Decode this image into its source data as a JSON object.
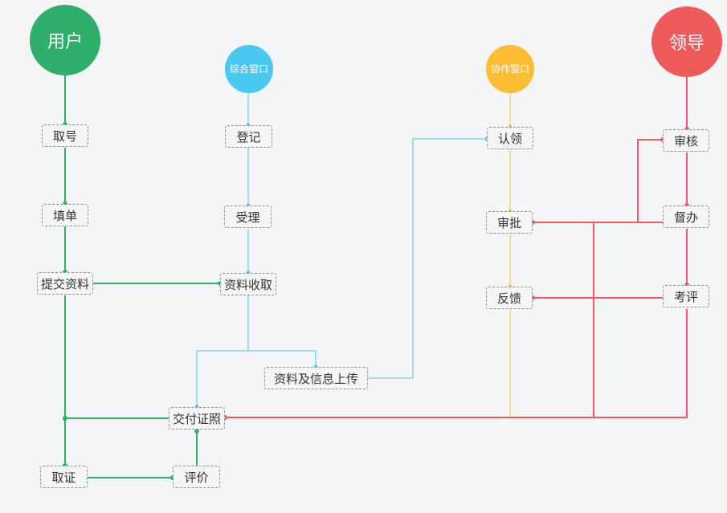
{
  "lanes": {
    "user": {
      "label": "用户",
      "color": "#2eb06a"
    },
    "window": {
      "label": "综合窗口",
      "color": "#4ac9f0"
    },
    "collab": {
      "label": "协作窗口",
      "color": "#fbbd34"
    },
    "leader": {
      "label": "领导",
      "color": "#ef5a5a"
    }
  },
  "nodes": {
    "take_number": "取号",
    "fill_form": "填单",
    "submit_materials": "提交资料",
    "register": "登记",
    "accept": "受理",
    "collect_materials": "资料收取",
    "upload_info": "资料及信息上传",
    "deliver_certificate": "交付证照",
    "collect_certificate": "取证",
    "evaluate": "评价",
    "claim": "认领",
    "approve": "审批",
    "feedback": "反馈",
    "review": "审核",
    "supervise": "督办",
    "assess": "考评"
  }
}
